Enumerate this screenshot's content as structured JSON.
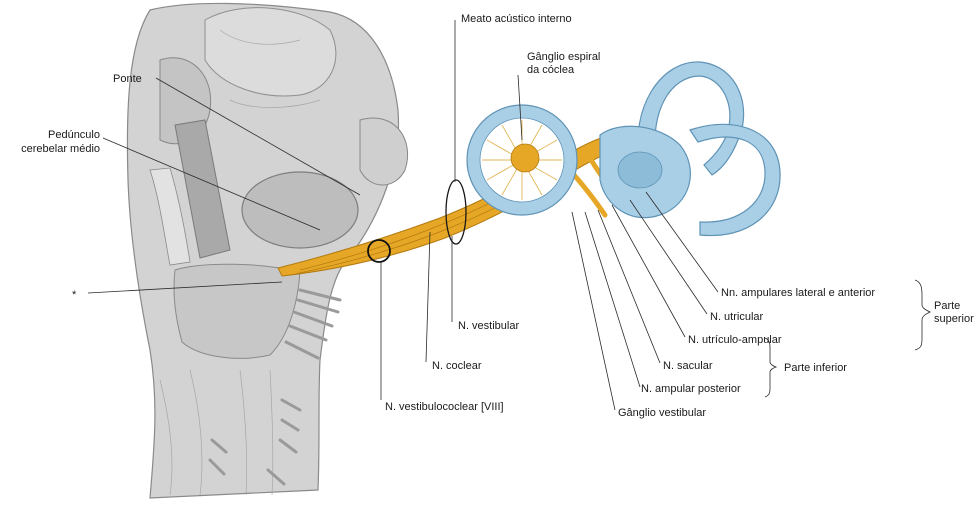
{
  "labels": {
    "ponte": "Ponte",
    "peduncle_line1": "Pedúnculo",
    "peduncle_line2": "cerebelar médio",
    "asterisk": "*",
    "meato": "Meato acústico interno",
    "spiral_line1": "Gânglio espiral",
    "spiral_line2": "da cóclea",
    "ampulares_lat_ant": "Nn. ampulares lateral e anterior",
    "utricular": "N. utricular",
    "utriculo_ampular": "N. utrículo-ampular",
    "sacular": "N. sacular",
    "ampular_posterior": "N. ampular posterior",
    "ganglio_vestibular": "Gânglio vestibular",
    "vestibular": "N. vestibular",
    "coclear": "N. coclear",
    "vestibulococlear": "N. vestibulococlear [VIII]",
    "parte_superior_line1": "Parte",
    "parte_superior_line2": "superior",
    "parte_inferior": "Parte inferior"
  },
  "colors": {
    "nerve": "#e6a726",
    "nerve_dark": "#b37a0f",
    "labyrinth": "#a9cfe6",
    "labyrinth_dark": "#5f93b6",
    "brainstem": "#c9c9c9",
    "brainstem_dark": "#8a8a8a"
  }
}
